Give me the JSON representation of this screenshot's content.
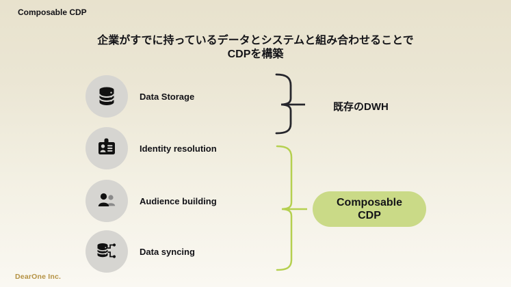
{
  "page_title": "Composable CDP",
  "heading": {
    "line1": "企業がすでに持っているデータとシステムと組み合わせることで",
    "line2": "CDPを構築"
  },
  "items": [
    {
      "label": "Data Storage",
      "icon": "database-icon"
    },
    {
      "label": "Identity resolution",
      "icon": "id-card-icon"
    },
    {
      "label": "Audience building",
      "icon": "people-icon"
    },
    {
      "label": "Data syncing",
      "icon": "data-sync-icon"
    }
  ],
  "groups": {
    "existing_dwh": {
      "label": "既存のDWH",
      "brace_color": "#26262c"
    },
    "composable_cdp": {
      "label_line1": "Composable",
      "label_line2": "CDP",
      "brace_color": "#b5d04f",
      "pill_color": "#cada87"
    }
  },
  "footer": {
    "company": "DearOne Inc."
  },
  "colors": {
    "background_top": "#e8e2cd",
    "background_bottom": "#faf8f2",
    "icon_circle": "#d6d5d1",
    "icon_black": "#111111",
    "icon_gray": "#8a8a8a",
    "text": "#141418",
    "brand_gold": "#b49142"
  }
}
